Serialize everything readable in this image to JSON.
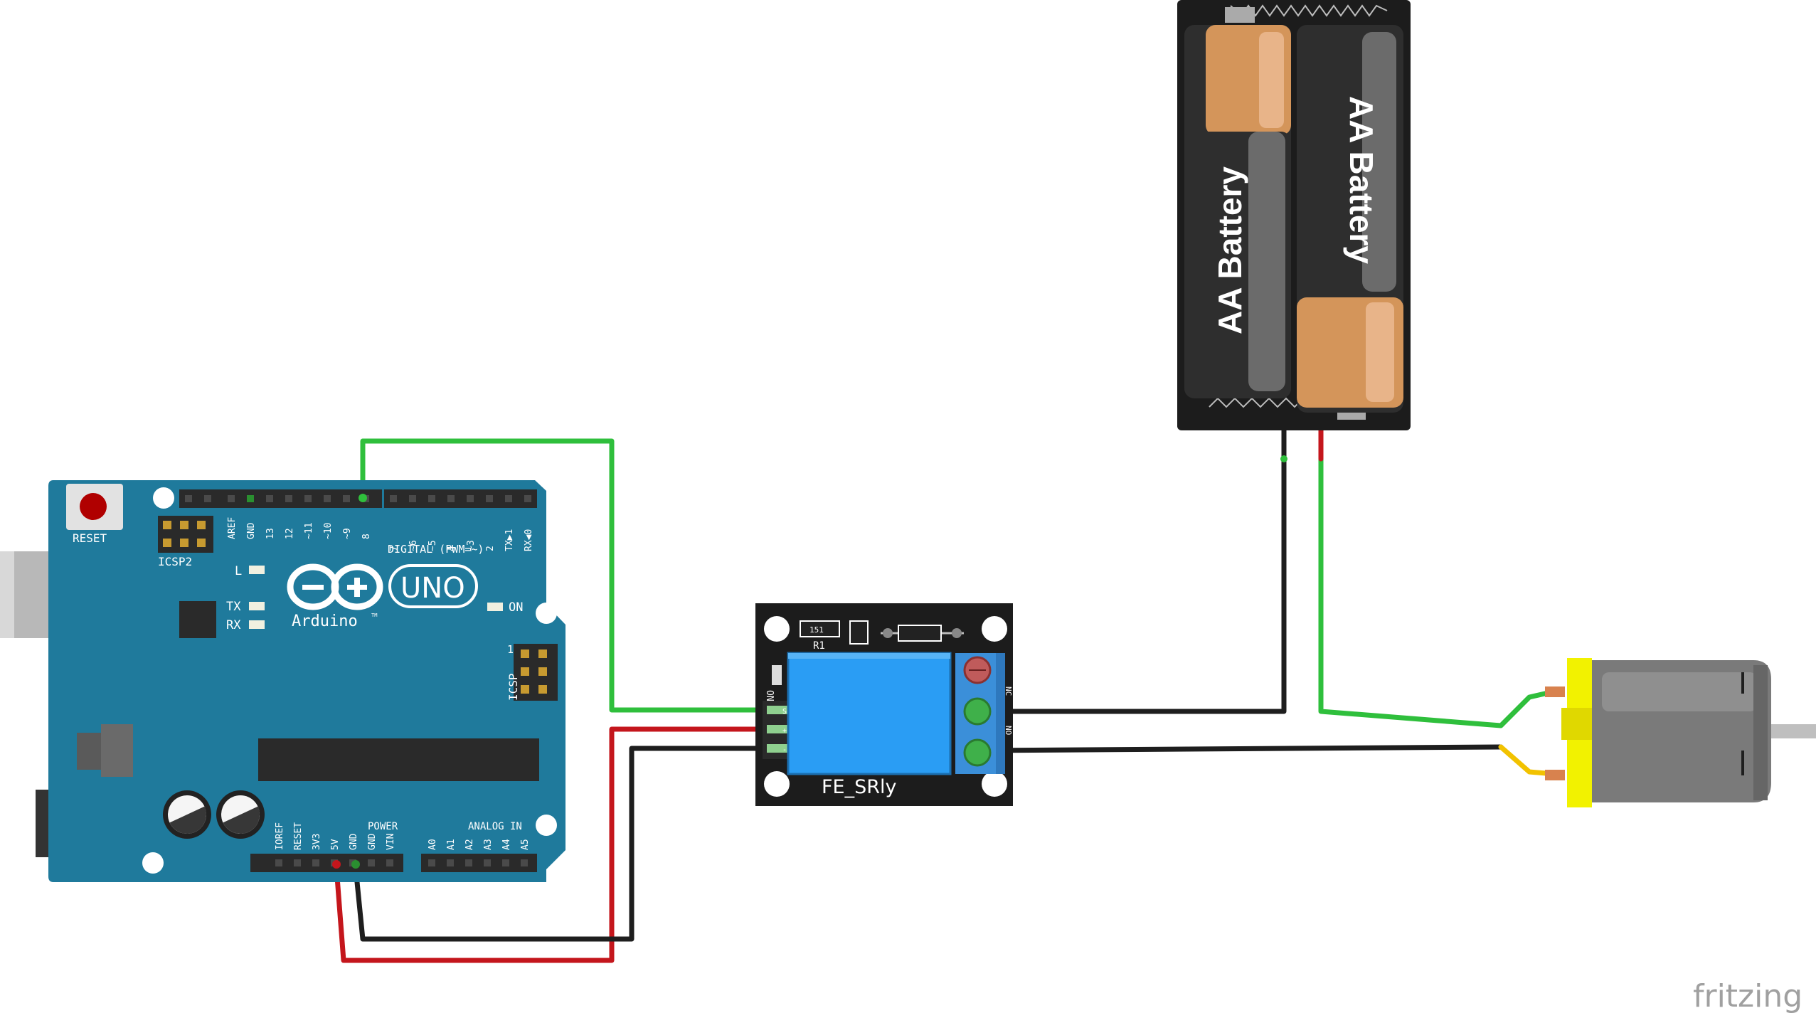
{
  "colors": {
    "wire_green": "#2fbf3c",
    "wire_red": "#c4161c",
    "wire_black": "#1e1e1e",
    "wire_yellow": "#f2c200",
    "arduino_blue": "#1f7a9c",
    "relay_blue": "#2a9df4",
    "terminal_blue": "#3b8fd9",
    "motor_yellow": "#f2f200",
    "motor_gray": "#7a7a7a",
    "battery_copper": "#d4955a"
  },
  "arduino": {
    "reset": "RESET",
    "icsp2": "ICSP2",
    "icsp": "ICSP",
    "icsp_pin1": "1",
    "led_l": "L",
    "led_tx": "TX",
    "led_rx": "RX",
    "led_on": "ON",
    "brand": "Arduino",
    "tm": "TM",
    "model": "UNO",
    "digital_label": "DIGITAL (PWM=~)",
    "power_label": "POWER",
    "analog_label": "ANALOG IN",
    "digital_pins": [
      "AREF",
      "GND",
      "13",
      "12",
      "~11",
      "~10",
      "~9",
      "8",
      "7",
      "~6",
      "~5",
      "4",
      "~3",
      "2",
      "TX▶1",
      "RX◀0"
    ],
    "power_pins": [
      "IOREF",
      "RESET",
      "3V3",
      "5V",
      "GND",
      "GND",
      "VIN"
    ],
    "analog_pins": [
      "A0",
      "A1",
      "A2",
      "A3",
      "A4",
      "A5"
    ]
  },
  "relay": {
    "name": "FE_SRly",
    "r1": "R1",
    "r1_value": "151",
    "on_led": "ON_led",
    "signal_pin": "S",
    "vcc_pin": "+",
    "gnd_pin": "-",
    "terminal_no": "NO",
    "terminal_nc": "NC"
  },
  "battery": {
    "cell_left": "AA Battery",
    "cell_right": "AA Battery"
  },
  "watermark": "fritzing"
}
